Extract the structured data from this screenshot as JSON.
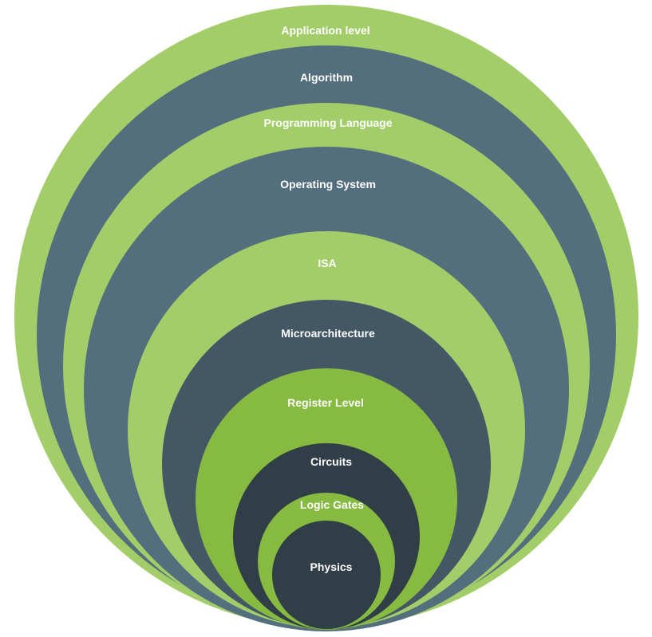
{
  "diagram": {
    "layers": [
      {
        "label": "Application level",
        "color": "#a3cd69"
      },
      {
        "label": "Algorithm",
        "color": "#536e7c"
      },
      {
        "label": "Programming Language",
        "color": "#a3cd69"
      },
      {
        "label": "Operating System",
        "color": "#536e7c"
      },
      {
        "label": "ISA",
        "color": "#a3cd69"
      },
      {
        "label": "Microarchitecture",
        "color": "#435765"
      },
      {
        "label": "Register Level",
        "color": "#87ba41"
      },
      {
        "label": "Circuits",
        "color": "#303e47"
      },
      {
        "label": "Logic Gates",
        "color": "#87ba41"
      },
      {
        "label": "Physics",
        "color": "#303e47"
      }
    ]
  }
}
